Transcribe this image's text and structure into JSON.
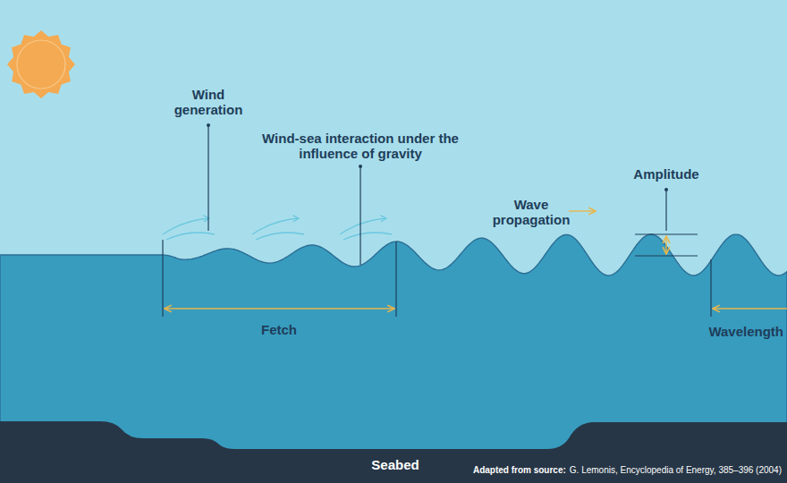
{
  "diagram": {
    "labels": [
      "Wind generation",
      "Wind-sea interaction under the influence of gravity",
      "Wave propagation",
      "Amplitude",
      "Fetch",
      "Wavelength",
      "Seabed",
      "Adapted from source:",
      "G. Lemonis, Encyclopedia of Energy, 385–396 (2004)"
    ]
  }
}
